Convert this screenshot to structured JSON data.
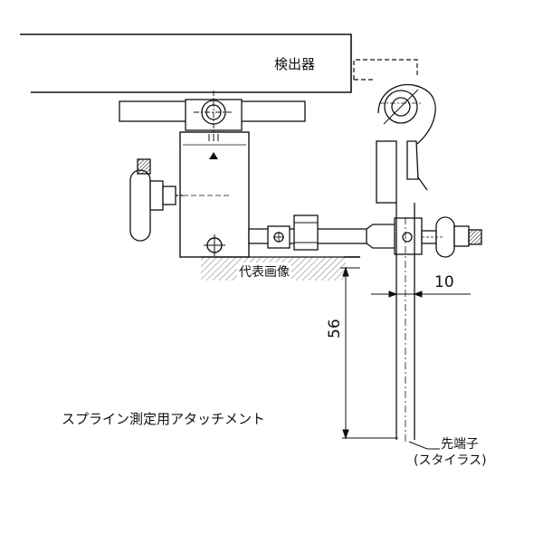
{
  "labels": {
    "detector": "検出器",
    "representative_image": "代表画像",
    "dim_horizontal": "10",
    "dim_vertical": "56",
    "title": "スプライン測定用アタッチメント",
    "tip": "先端子",
    "tip_sub": "(スタイラス)"
  },
  "colors": {
    "line": "#111111",
    "hatch": "#888888",
    "background": "#ffffff"
  }
}
